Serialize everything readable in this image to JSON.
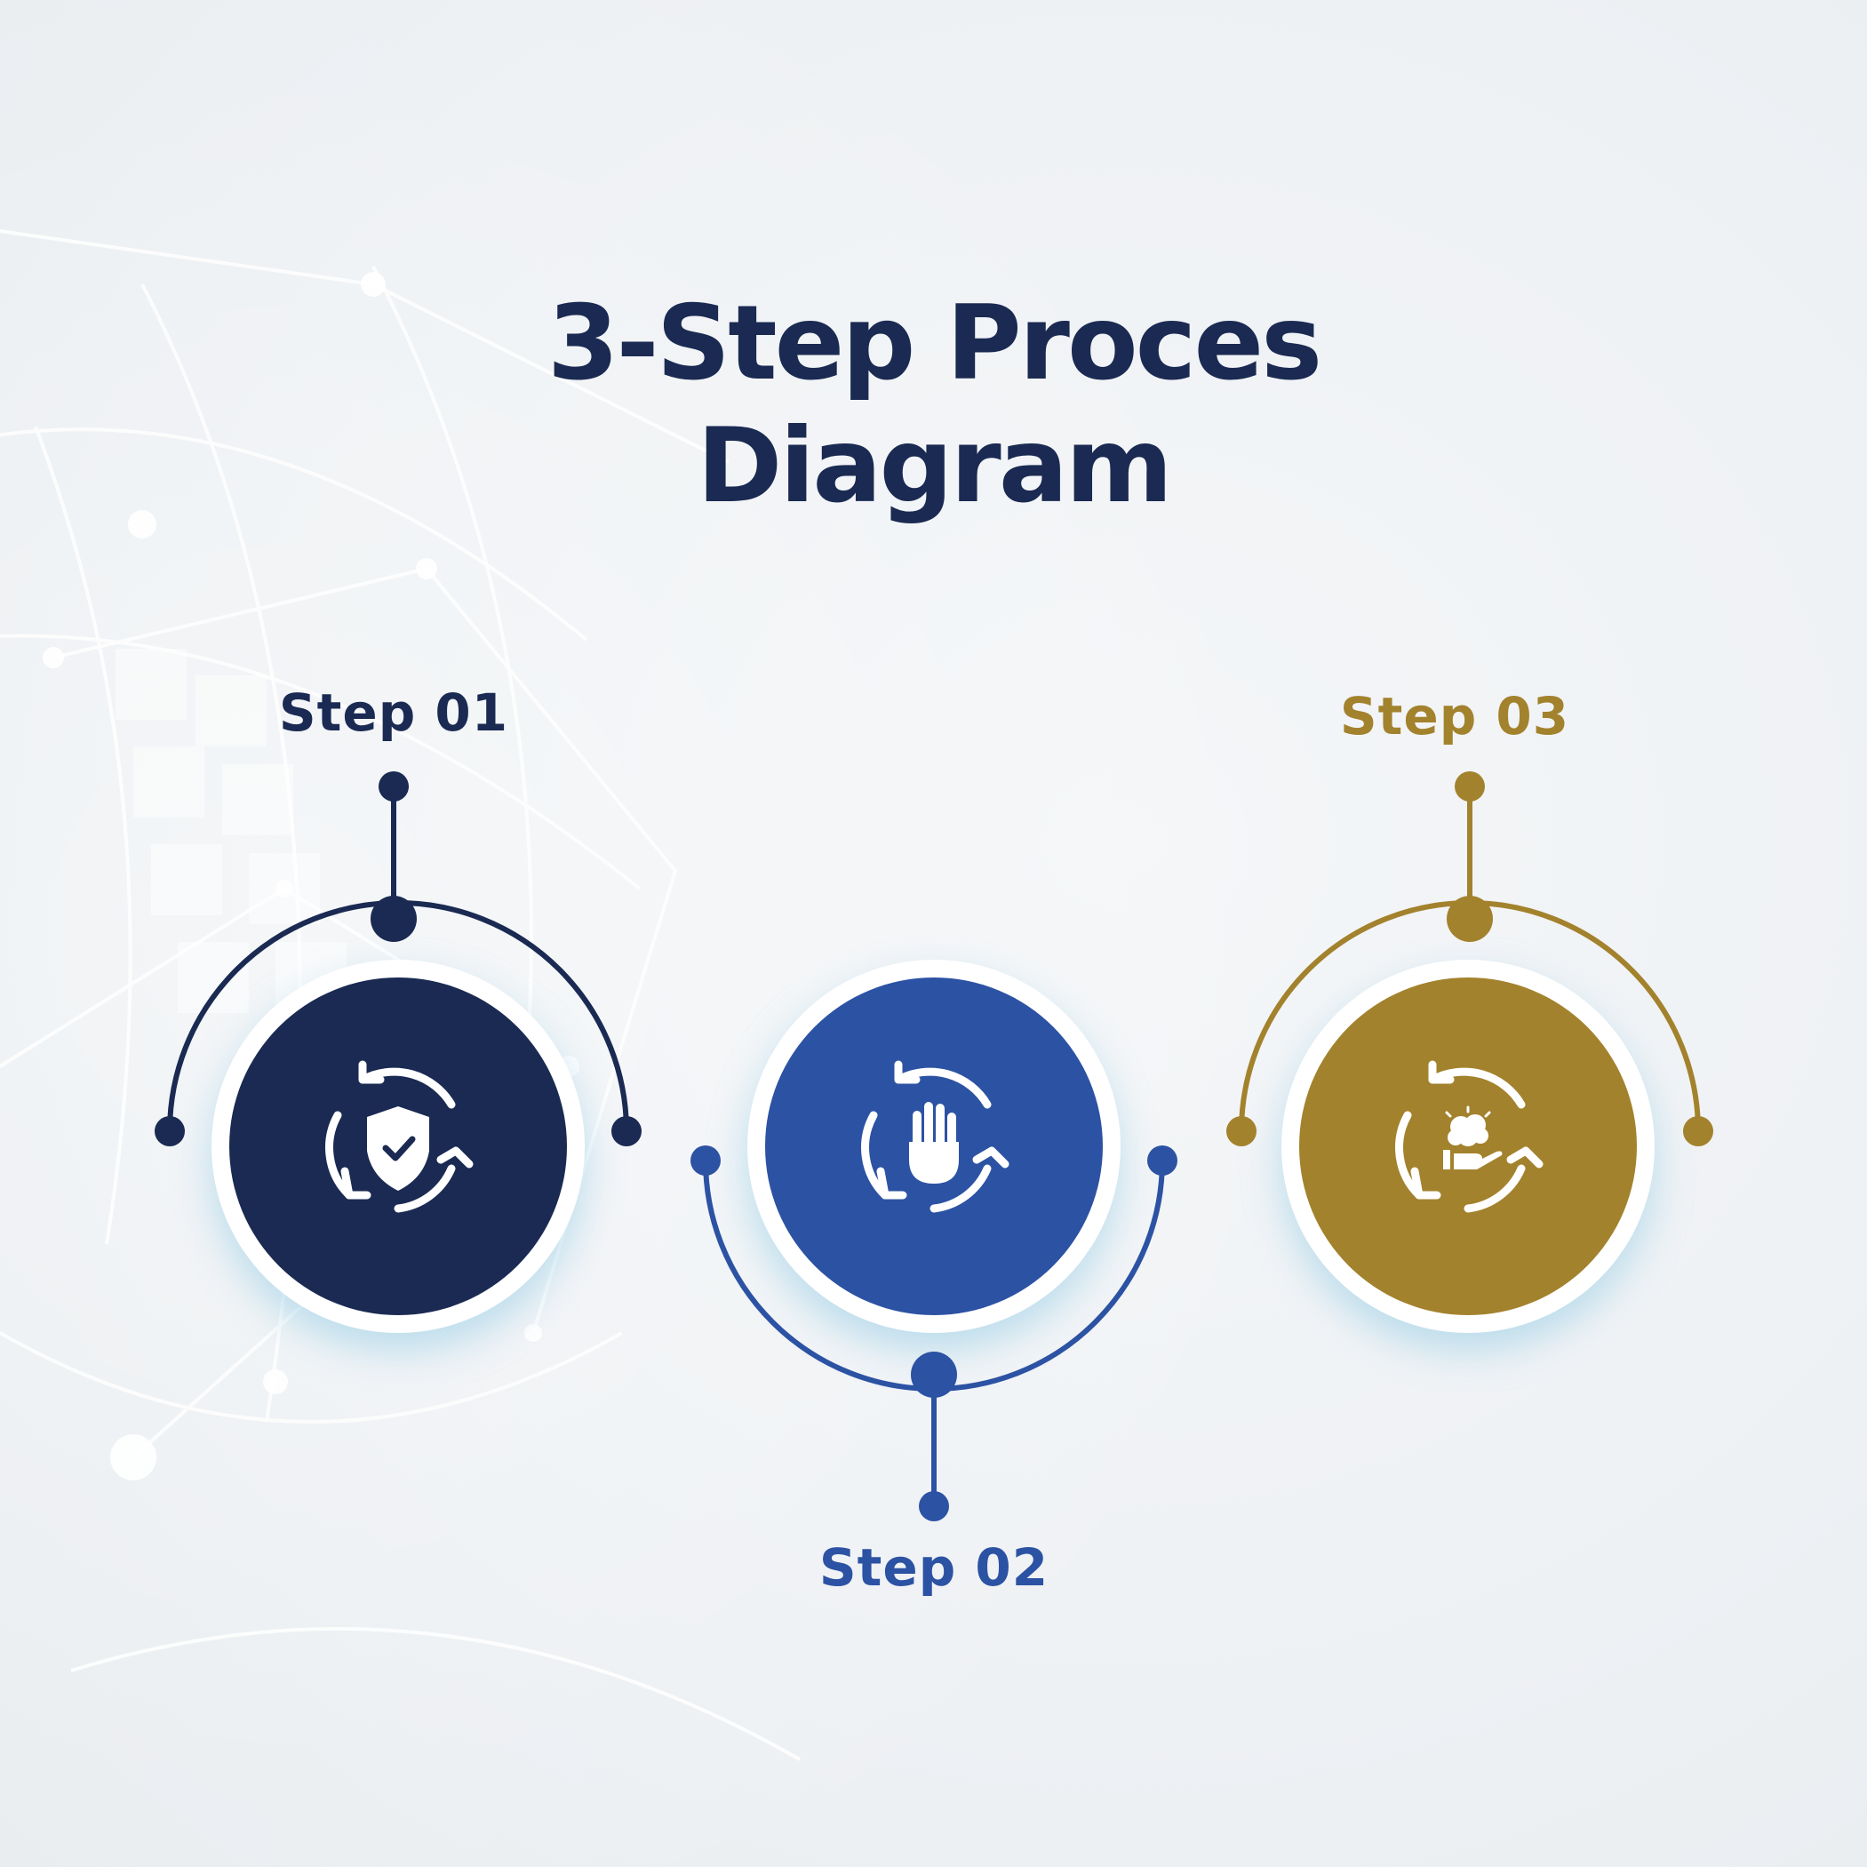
{
  "title": {
    "line1": "3-Step Proces",
    "line2": "Diagram"
  },
  "colors": {
    "step1": "#1a2a52",
    "step2": "#2c52a3",
    "step3": "#a3822d",
    "title": "#1a2a52",
    "glow": "#8ec9e3"
  },
  "steps": [
    {
      "label": "Step 01",
      "icon": "shield-cycle-icon",
      "color": "#1a2a52"
    },
    {
      "label": "Step 02",
      "icon": "hand-cycle-icon",
      "color": "#2c52a3"
    },
    {
      "label": "Step 03",
      "icon": "brain-hand-cycle-icon",
      "color": "#a3822d"
    }
  ]
}
